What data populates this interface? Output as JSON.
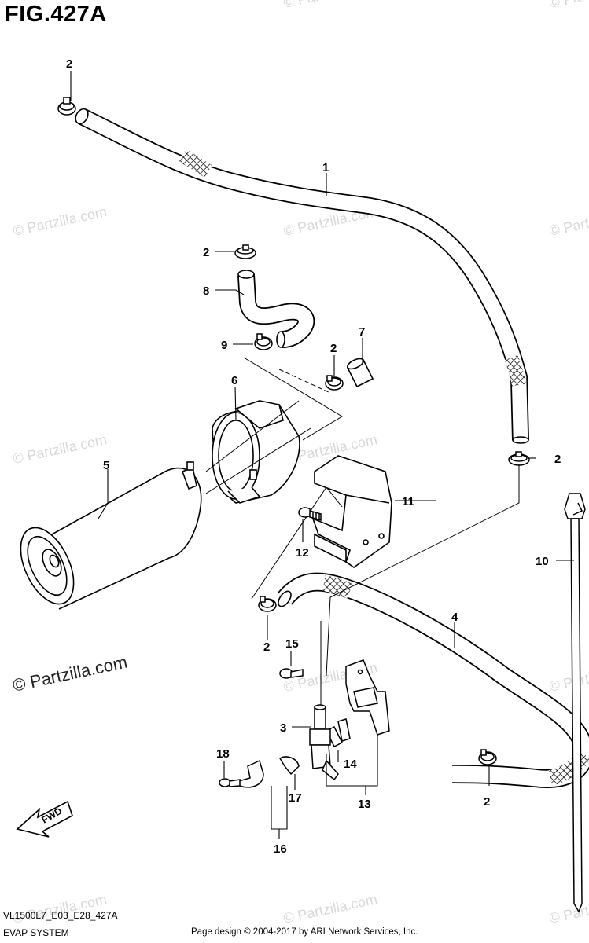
{
  "figure": {
    "title": "FIG.427A",
    "model_code": "VL1500L7_E03_E28_427A",
    "section_name": "EVAP SYSTEM",
    "credit": "Page design © 2004-2017 by ARI Network Services, Inc."
  },
  "direction_arrow": {
    "label": "FWD"
  },
  "watermark": {
    "text": "© Partzilla.com",
    "main_text": "© Partzilla.com"
  },
  "callouts": [
    {
      "id": "c1",
      "label": "1"
    },
    {
      "id": "c2a",
      "label": "2"
    },
    {
      "id": "c2b",
      "label": "2"
    },
    {
      "id": "c2c",
      "label": "2"
    },
    {
      "id": "c2d",
      "label": "2"
    },
    {
      "id": "c2e",
      "label": "2"
    },
    {
      "id": "c2f",
      "label": "2"
    },
    {
      "id": "c3",
      "label": "3"
    },
    {
      "id": "c4",
      "label": "4"
    },
    {
      "id": "c5",
      "label": "5"
    },
    {
      "id": "c6",
      "label": "6"
    },
    {
      "id": "c7",
      "label": "7"
    },
    {
      "id": "c8",
      "label": "8"
    },
    {
      "id": "c9",
      "label": "9"
    },
    {
      "id": "c10",
      "label": "10"
    },
    {
      "id": "c11",
      "label": "11"
    },
    {
      "id": "c12",
      "label": "12"
    },
    {
      "id": "c13",
      "label": "13"
    },
    {
      "id": "c14",
      "label": "14"
    },
    {
      "id": "c15",
      "label": "15"
    },
    {
      "id": "c16",
      "label": "16"
    },
    {
      "id": "c17",
      "label": "17"
    },
    {
      "id": "c18",
      "label": "18"
    }
  ]
}
